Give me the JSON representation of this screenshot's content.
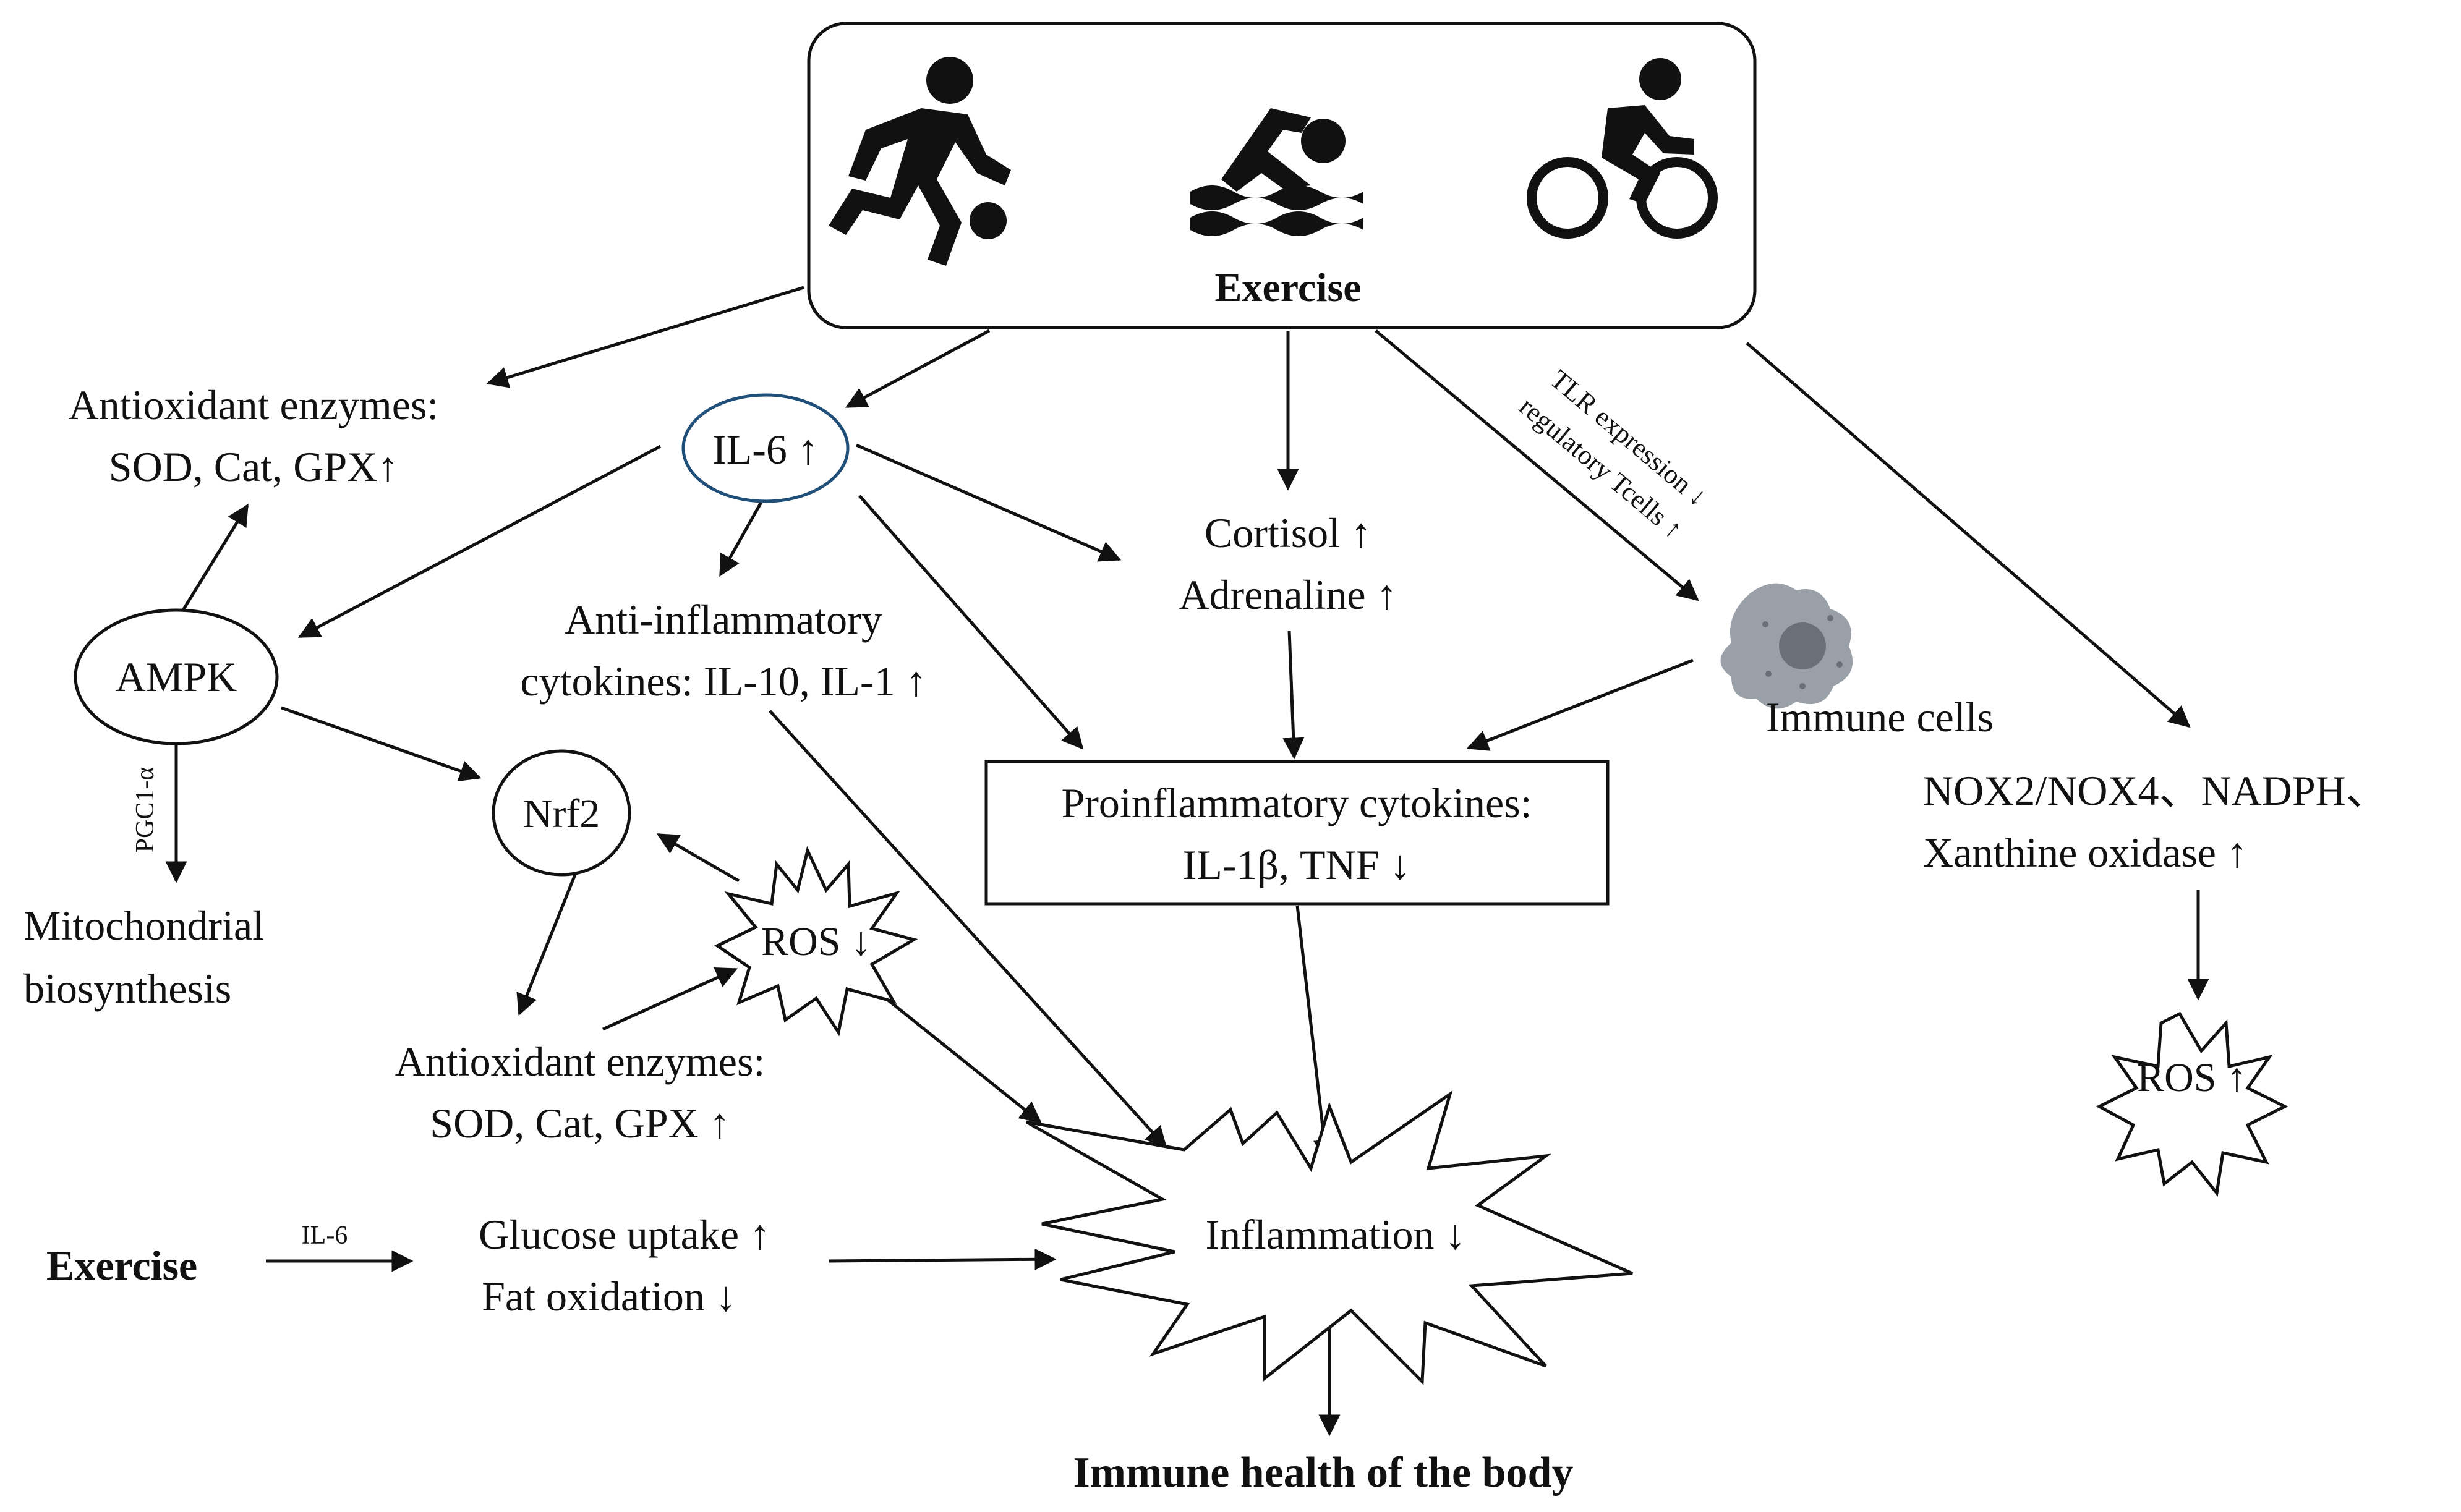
{
  "exercise_box": {
    "title": "Exercise",
    "icons": [
      "soccer-player-icon",
      "swimmer-icon",
      "cyclist-icon"
    ]
  },
  "nodes": {
    "antioxidant_top_line1": "Antioxidant enzymes:",
    "antioxidant_top_line2": "SOD, Cat, GPX↑",
    "il6": "IL-6 ↑",
    "ampk": "AMPK",
    "pgc1a": "PGC1-α",
    "mito_line1": "Mitochondrial",
    "mito_line2": "biosynthesis",
    "nrf2": "Nrf2",
    "ros_left": "ROS ↓",
    "antioxidant_bottom_line1": "Antioxidant enzymes:",
    "antioxidant_bottom_line2": "SOD, Cat, GPX ↑",
    "anti_inflam_line1": "Anti-inflammatory",
    "anti_inflam_line2": "cytokines: IL-10, IL-1  ↑",
    "cortisol": "Cortisol ↑",
    "adrenaline": "Adrenaline ↑",
    "tlr_line1": "TLR expression ↓",
    "tlr_line2": "regulatory Tcells ↑",
    "immune_cells": "Immune cells",
    "proinflam_line1": "Proinflammatory cytokines:",
    "proinflam_line2": "IL-1β, TNF ↓",
    "nox_line1": "NOX2/NOX4、NADPH、",
    "nox_line2": "Xanthine oxidase ↑",
    "ros_right": "ROS ↑",
    "inflammation": "Inflammation ↓",
    "exercise_bottom": "Exercise",
    "il6_small": "IL-6",
    "glucose": "Glucose uptake ↑",
    "fat": "Fat oxidation ↓",
    "immune_health": "Immune health of the body"
  },
  "colors": {
    "il6_outline": "#1f4e79",
    "immune_cell_fill": "#9aa0a8",
    "immune_cell_nucleus": "#6b7078",
    "ink": "#111111"
  }
}
